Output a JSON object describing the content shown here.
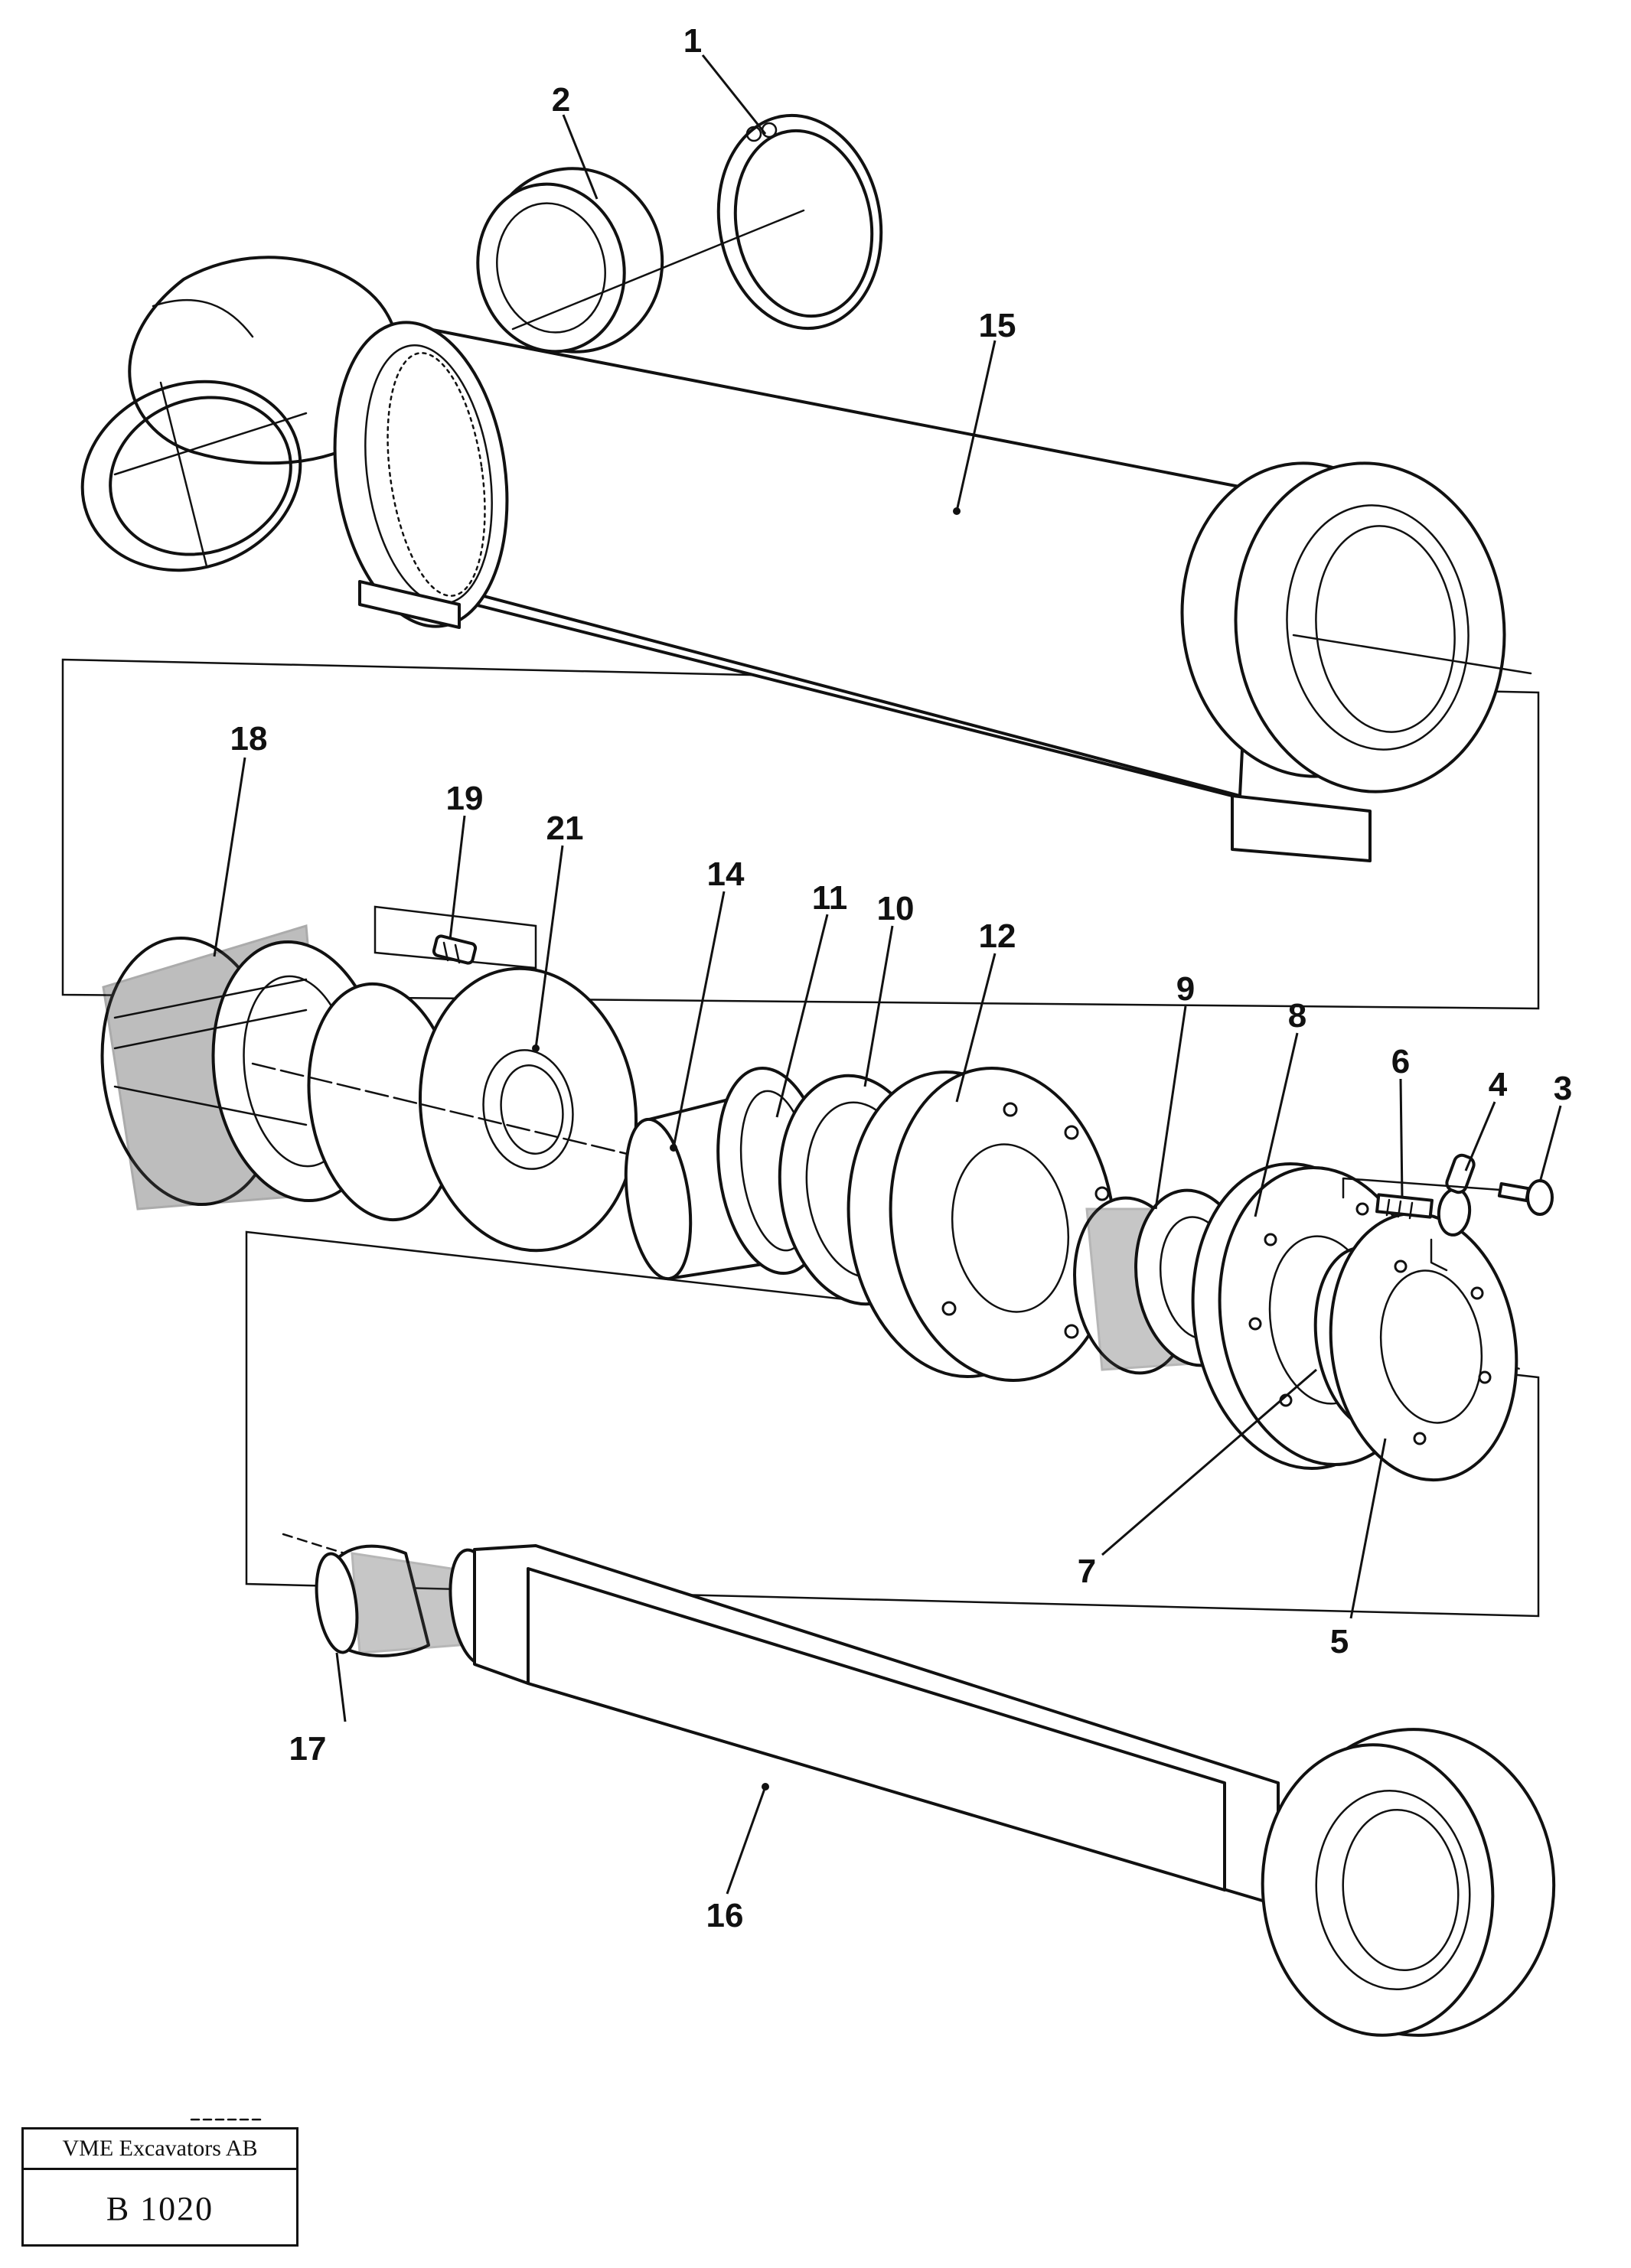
{
  "callouts": [
    "1",
    "2",
    "15",
    "18",
    "19",
    "21",
    "14",
    "11",
    "10",
    "12",
    "9",
    "8",
    "6",
    "4",
    "3",
    "7",
    "5",
    "17",
    "16"
  ],
  "title_block": {
    "company": "VME Excavators AB",
    "code": "B 1020"
  }
}
